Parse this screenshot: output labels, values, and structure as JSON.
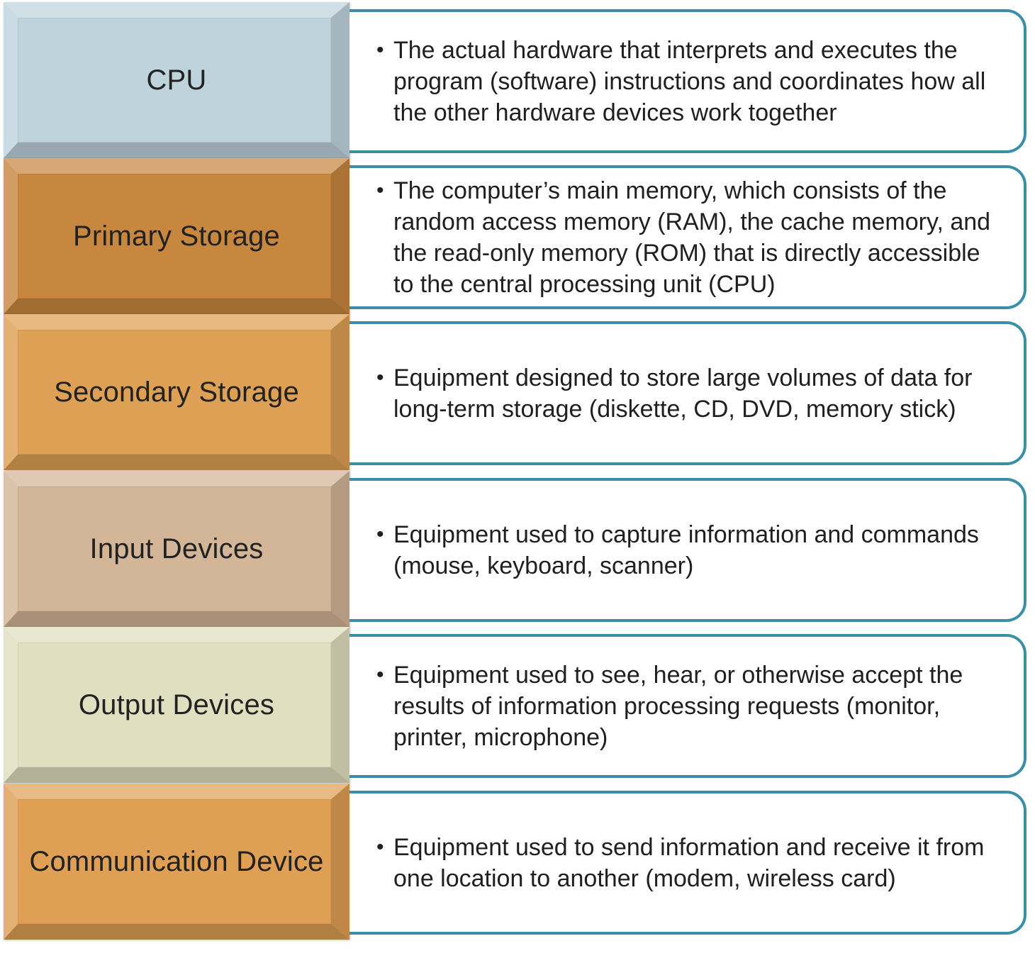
{
  "rows": [
    {
      "label": "CPU",
      "description": "The actual hardware that interprets and executes the program (software) instructions and coordinates how all the other hardware devices work together",
      "color": "#bfd3dd"
    },
    {
      "label": "Primary Storage",
      "description": "The computer’s main memory, which consists of the random access memory (RAM), the cache memory, and the read-only memory (ROM) that is directly accessible to the central processing unit (CPU)",
      "color": "#c8873f"
    },
    {
      "label": "Secondary Storage",
      "description": "Equipment designed to store large volumes of data for long-term storage (diskette, CD, DVD, memory stick)",
      "color": "#dea054"
    },
    {
      "label": "Input Devices",
      "description": "Equipment used to capture information and commands (mouse, keyboard, scanner)",
      "color": "#d3b598"
    },
    {
      "label": "Output Devices",
      "description": "Equipment used to see, hear, or otherwise accept the results of information processing requests (monitor, printer, microphone)",
      "color": "#e0dfbf"
    },
    {
      "label": "Communication Device",
      "description": "Equipment used to send information and receive it from one location to another (modem, wireless card)",
      "color": "#df9f54"
    }
  ],
  "bullet_symbol": "•",
  "accent_border_color": "#3a8fa6"
}
